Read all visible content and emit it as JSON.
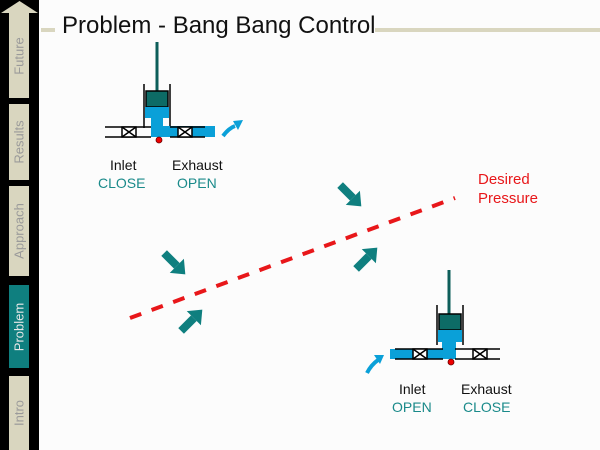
{
  "title": "Problem - Bang Bang Control",
  "sidebar": {
    "items": [
      {
        "label": "Future",
        "active": false
      },
      {
        "label": "Results",
        "active": false
      },
      {
        "label": "Approach",
        "active": false
      },
      {
        "label": "Problem",
        "active": true
      },
      {
        "label": "Intro",
        "active": false
      }
    ]
  },
  "valve_top": {
    "inlet_label": "Inlet",
    "inlet_state": "CLOSE",
    "exhaust_label": "Exhaust",
    "exhaust_state": "OPEN"
  },
  "valve_bottom": {
    "inlet_label": "Inlet",
    "inlet_state": "OPEN",
    "exhaust_label": "Exhaust",
    "exhaust_state": "CLOSE"
  },
  "desired_pressure": {
    "line1": "Desired",
    "line2": "Pressure"
  },
  "colors": {
    "teal": "#0f7f7f",
    "fluid": "#0aa0d8",
    "pressure_line": "#e8171a",
    "sidebar_tab": "#d9d6bf"
  }
}
